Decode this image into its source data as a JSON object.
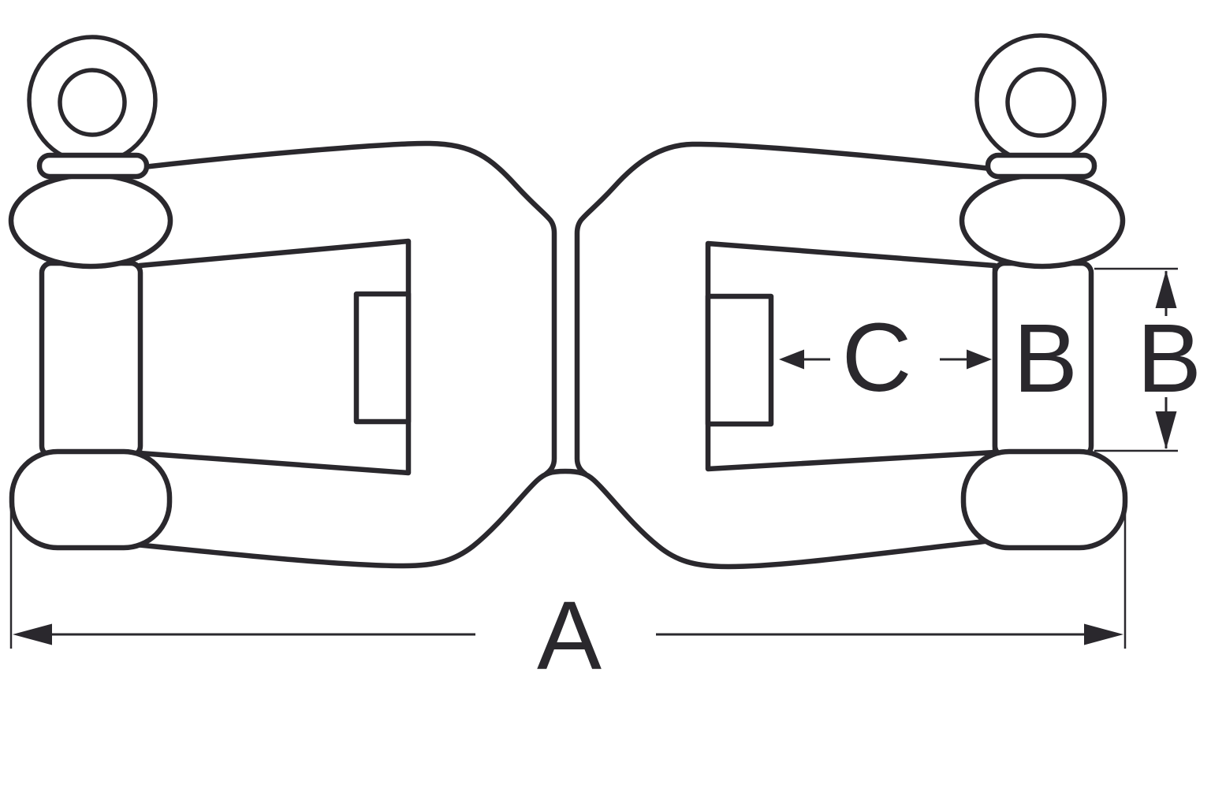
{
  "diagram": {
    "background_color": "#ffffff",
    "line_color": "#2a282d",
    "labels": {
      "overall_length": "A",
      "pin_width": "B",
      "eye_width": "B",
      "jaw_depth": "C"
    }
  }
}
